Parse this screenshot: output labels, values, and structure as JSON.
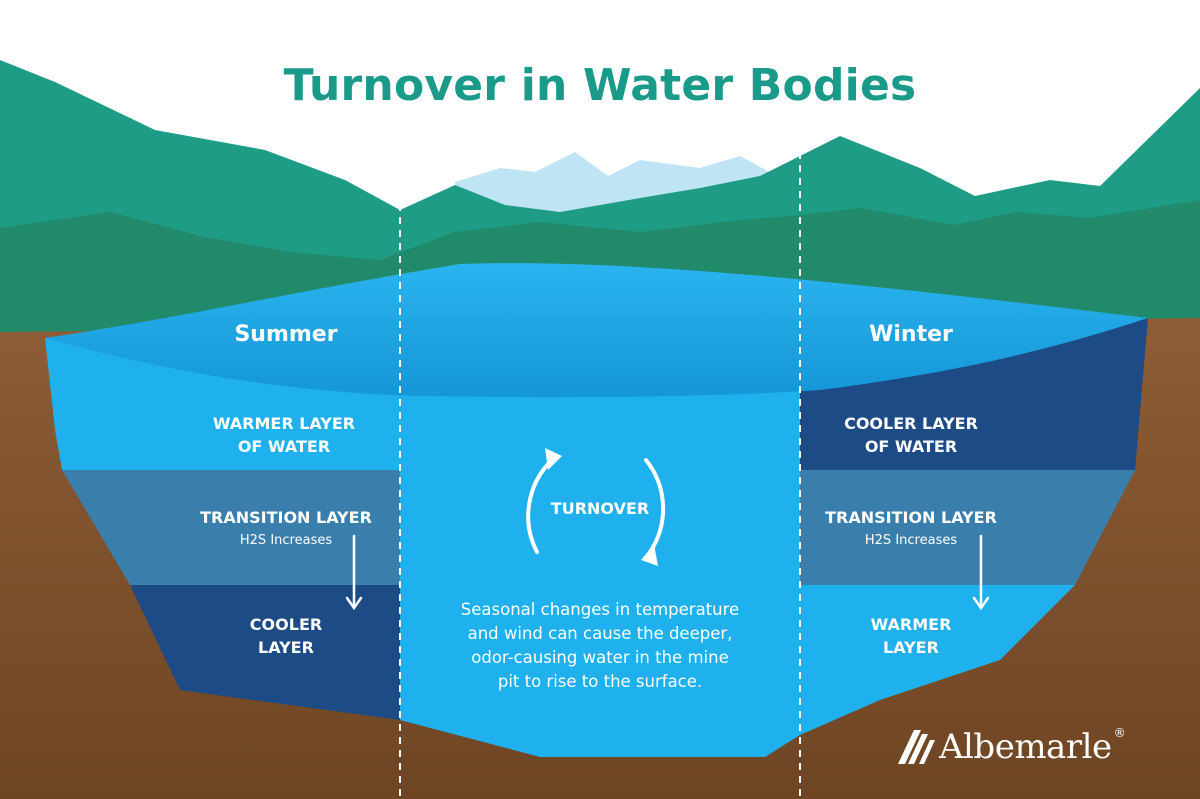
{
  "title": "Turnover in Water Bodies",
  "summer": {
    "label": "Summer",
    "top_layer": [
      "WARMER LAYER",
      "OF WATER"
    ],
    "transition": "TRANSITION LAYER",
    "transition_note": "H2S Increases",
    "bottom_layer": [
      "COOLER",
      "LAYER"
    ]
  },
  "winter": {
    "label": "Winter",
    "top_layer": [
      "COOLER LAYER",
      "OF WATER"
    ],
    "transition": "TRANSITION LAYER",
    "transition_note": "H2S Increases",
    "bottom_layer": [
      "WARMER",
      "LAYER"
    ]
  },
  "turnover": {
    "label": "TURNOVER",
    "description": [
      "Seasonal changes in temperature",
      "and wind can cause the deeper,",
      "odor-causing water in the mine",
      "pit to rise to the surface."
    ]
  },
  "logo": {
    "name": "Albemarle",
    "mark": "®"
  },
  "colors": {
    "title": "#1a9a88",
    "mountain_teal": "#1f9c85",
    "mountain_green": "#208a6a",
    "snow_peaks": "#bfe4f3",
    "earth": "#8a5a33",
    "water_surface": "#1ea6e4",
    "warm_water": "#1fb0ee",
    "transition_water": "#3a7fac",
    "cool_water": "#1d4b85"
  }
}
